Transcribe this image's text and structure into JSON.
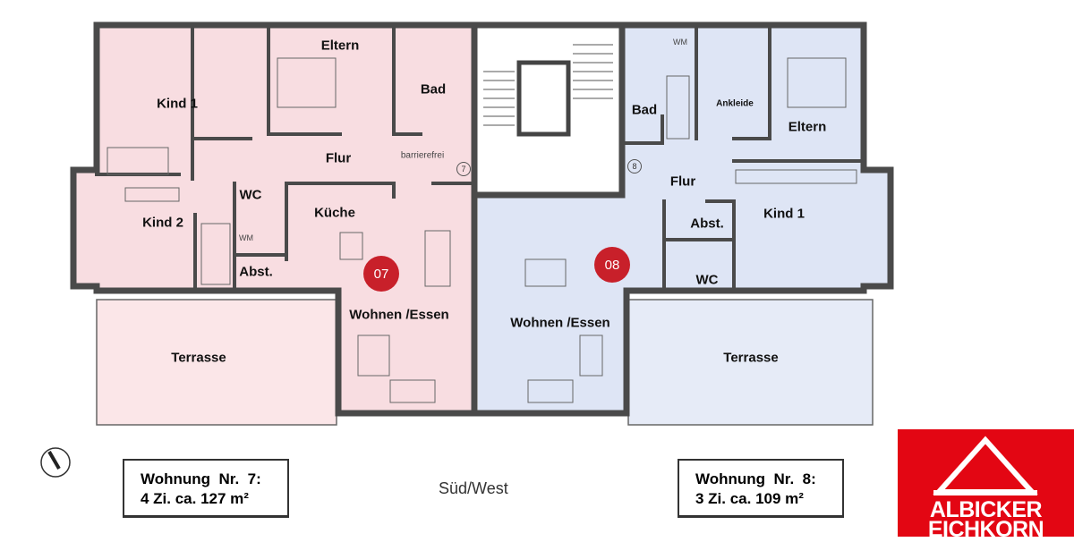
{
  "colors": {
    "apartment_7": "#f8dde1",
    "apartment_8": "#dee5f5",
    "walls": "#4a4a4a",
    "badge": "#c8202a",
    "brand": "#e30613"
  },
  "apartment_7": {
    "badge": "07",
    "rooms": {
      "eltern": "Eltern",
      "kind1": "Kind 1",
      "bad": "Bad",
      "flur": "Flur",
      "barrierefrei": "barrierefrei",
      "wc": "WC",
      "kueche": "Küche",
      "kind2": "Kind 2",
      "abst": "Abst.",
      "wohnen": "Wohnen /Essen",
      "terrasse": "Terrasse",
      "wm": "WM"
    },
    "door_number": "7",
    "info_line1": "Wohnung  Nr.  7:",
    "info_line2": "4 Zi. ca. 127 m²"
  },
  "apartment_8": {
    "badge": "08",
    "rooms": {
      "bad": "Bad",
      "wm": "WM",
      "ankleide": "Ankleide",
      "eltern": "Eltern",
      "flur": "Flur",
      "abst": "Abst.",
      "kind1": "Kind 1",
      "wc": "WC",
      "wohnen": "Wohnen /Essen",
      "terrasse": "Terrasse"
    },
    "door_number": "8",
    "info_line1": "Wohnung  Nr.  8:",
    "info_line2": "3 Zi. ca. 109 m²"
  },
  "orientation": "Süd/West",
  "compass_icon": "north-arrow-icon",
  "logo": {
    "line1": "ALBICKER",
    "line2": "EICHKORN"
  }
}
